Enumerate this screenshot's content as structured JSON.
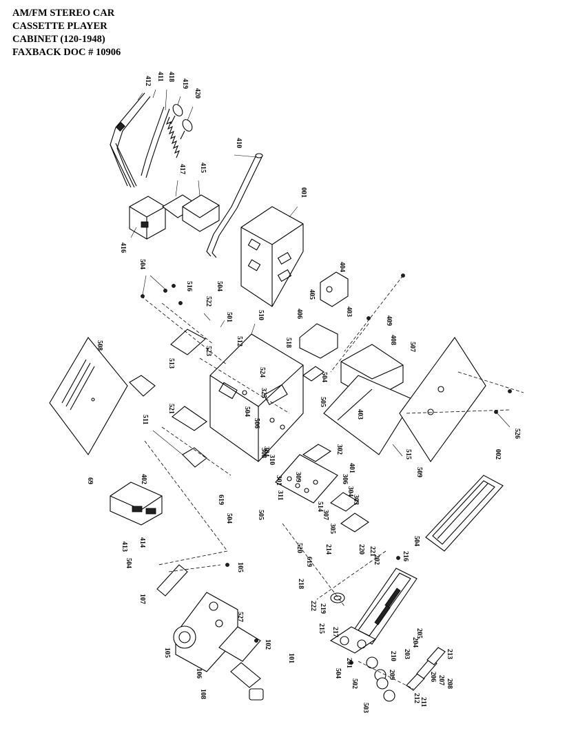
{
  "title_lines": [
    "AM/FM STEREO CAR",
    "CASSETTE PLAYER",
    "CABINET  (120-1948)",
    "FAXBACK DOC # 10906"
  ],
  "part_labels": [
    "412",
    "411",
    "418",
    "419",
    "420",
    "410",
    "417",
    "415",
    "416",
    "001",
    "504",
    "516",
    "522",
    "504",
    "501",
    "510",
    "512",
    "518",
    "404",
    "406",
    "405",
    "403",
    "409",
    "408",
    "507",
    "508",
    "513",
    "523",
    "524",
    "325",
    "504",
    "506",
    "505",
    "304",
    "504",
    "403",
    "526",
    "511",
    "521",
    "401",
    "515",
    "509",
    "002",
    "308",
    "310",
    "302",
    "301",
    "309",
    "306",
    "311",
    "304",
    "303",
    "307",
    "305",
    "514",
    "402",
    "69",
    "619",
    "505",
    "504",
    "520",
    "214",
    "220",
    "221",
    "619",
    "202",
    "504",
    "216",
    "413",
    "414",
    "504",
    "105",
    "107",
    "218",
    "222",
    "219",
    "217",
    "215",
    "527",
    "105",
    "102",
    "106",
    "101",
    "108",
    "504",
    "502",
    "201",
    "503",
    "203",
    "210",
    "209",
    "204",
    "205",
    "213",
    "206",
    "207",
    "208",
    "212",
    "211"
  ]
}
